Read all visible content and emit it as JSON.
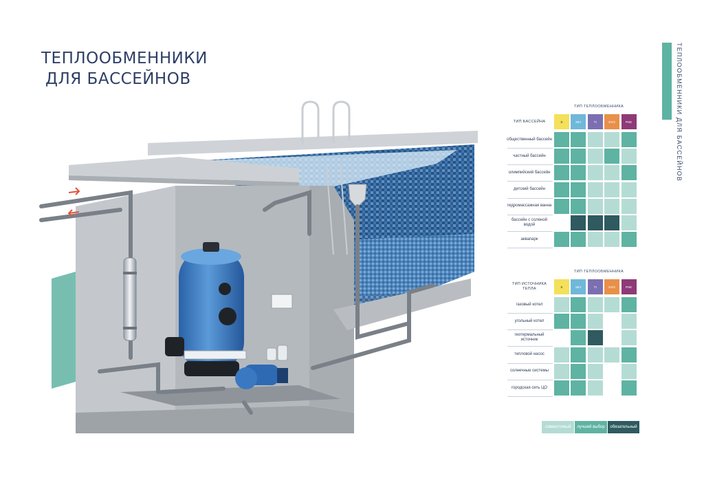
{
  "title": {
    "line1": "ТЕПЛООБМЕННИКИ",
    "line2": "ДЛЯ БАССЕЙНОВ"
  },
  "side_title": "ТЕПЛООБМЕННИКИ ДЛЯ БАССЕЙНОВ",
  "colors": {
    "compatible": "#b5dcd4",
    "best": "#5fb3a3",
    "mandatory": "#2e5a60",
    "accent": "#5fb3a3"
  },
  "exchanger_types": [
    {
      "code": "B",
      "color": "#f4e05a"
    },
    {
      "code": "MIV",
      "color": "#6fb8d9"
    },
    {
      "code": "TI",
      "color": "#7b6fb2"
    },
    {
      "code": "EVO",
      "color": "#e8904a"
    },
    {
      "code": "PHE",
      "color": "#8e3a78"
    }
  ],
  "table1": {
    "header": "ТИП ТЕПЛООБМЕННИКА",
    "row_header": "ТИП БАССЕЙНА",
    "rows": [
      {
        "label": "общественный бассейн",
        "cells": [
          "best",
          "best",
          "compatible",
          "compatible",
          "best"
        ]
      },
      {
        "label": "частный бассейн",
        "cells": [
          "best",
          "best",
          "compatible",
          "best",
          "compatible"
        ]
      },
      {
        "label": "олимпийский бассейн",
        "cells": [
          "best",
          "best",
          "compatible",
          "compatible",
          "best"
        ]
      },
      {
        "label": "детский бассейн",
        "cells": [
          "best",
          "best",
          "compatible",
          "compatible",
          "compatible"
        ]
      },
      {
        "label": "гидромассажная ванна",
        "cells": [
          "best",
          "best",
          "compatible",
          "compatible",
          "compatible"
        ]
      },
      {
        "label": "бассейн с соленой водой",
        "cells": [
          "",
          "mandatory",
          "mandatory",
          "mandatory",
          "compatible"
        ]
      },
      {
        "label": "аквапарк",
        "cells": [
          "best",
          "best",
          "compatible",
          "compatible",
          "best"
        ]
      }
    ]
  },
  "table2": {
    "header": "ТИП ТЕПЛООБМЕННИКА",
    "row_header": "ТИП ИСТОЧНИКА ТЕПЛА",
    "rows": [
      {
        "label": "газовый котел",
        "cells": [
          "compatible",
          "best",
          "compatible",
          "compatible",
          "best"
        ]
      },
      {
        "label": "угольный котел",
        "cells": [
          "best",
          "best",
          "compatible",
          "",
          "compatible"
        ]
      },
      {
        "label": "геотермальный источник",
        "cells": [
          "",
          "best",
          "mandatory",
          "",
          "compatible"
        ]
      },
      {
        "label": "тепловой насос",
        "cells": [
          "compatible",
          "best",
          "compatible",
          "compatible",
          "best"
        ]
      },
      {
        "label": "солнечные системы",
        "cells": [
          "compatible",
          "best",
          "compatible",
          "",
          "compatible"
        ]
      },
      {
        "label": "городская сеть ЦО",
        "cells": [
          "best",
          "best",
          "compatible",
          "",
          "best"
        ]
      }
    ]
  },
  "legend": [
    {
      "label": "совместимый",
      "key": "compatible"
    },
    {
      "label": "лучший выбор",
      "key": "best"
    },
    {
      "label": "обязательный",
      "key": "mandatory"
    }
  ]
}
